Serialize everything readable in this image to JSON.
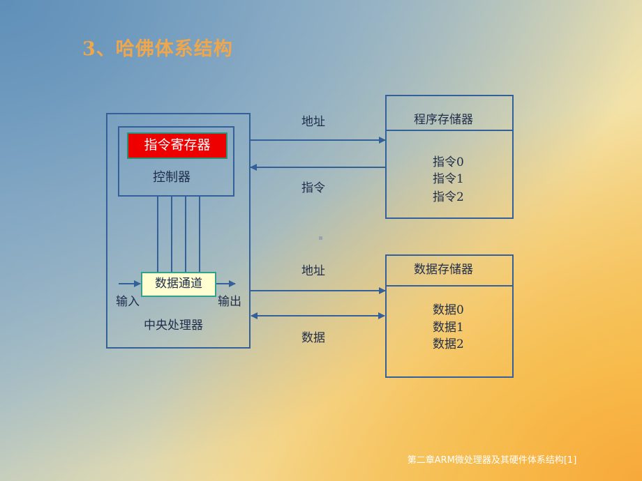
{
  "title": "3、哈佛体系结构",
  "cpu": {
    "label": "中央处理器",
    "instruction_register": "指令寄存器",
    "controller": "控制器",
    "datapath": "数据通道",
    "input": "输入",
    "output": "输出"
  },
  "program_memory": {
    "title": "程序存储器",
    "items": [
      "指令0",
      "指令1",
      "指令2"
    ]
  },
  "data_memory": {
    "title": "数据存储器",
    "items": [
      "数据0",
      "数据1",
      "数据2"
    ]
  },
  "buses": {
    "program_address": "地址",
    "program_instruction": "指令",
    "data_address": "地址",
    "data_data": "数据"
  },
  "footer": "第二章ARM微处理器及其硬件体系结构[1]",
  "colors": {
    "line": "#34609a",
    "title": "#f0a64a",
    "register_fill": "#ee0000",
    "datapath_fill": "#ffffd2"
  }
}
